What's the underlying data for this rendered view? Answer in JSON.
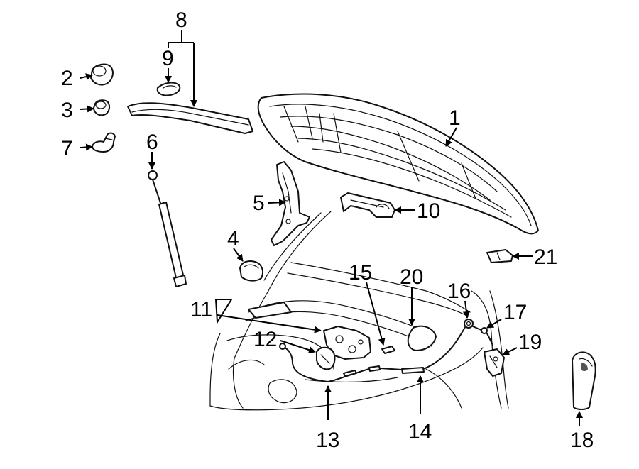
{
  "callouts": [
    {
      "id": "1",
      "text": "1"
    },
    {
      "id": "2",
      "text": "2"
    },
    {
      "id": "3",
      "text": "3"
    },
    {
      "id": "4",
      "text": "4"
    },
    {
      "id": "5",
      "text": "5"
    },
    {
      "id": "6",
      "text": "6"
    },
    {
      "id": "7",
      "text": "7"
    },
    {
      "id": "8",
      "text": "8"
    },
    {
      "id": "9",
      "text": "9"
    },
    {
      "id": "10",
      "text": "10"
    },
    {
      "id": "11",
      "text": "11"
    },
    {
      "id": "12",
      "text": "12"
    },
    {
      "id": "13",
      "text": "13"
    },
    {
      "id": "14",
      "text": "14"
    },
    {
      "id": "15",
      "text": "15"
    },
    {
      "id": "16",
      "text": "16"
    },
    {
      "id": "17",
      "text": "17"
    },
    {
      "id": "18",
      "text": "18"
    },
    {
      "id": "19",
      "text": "19"
    },
    {
      "id": "20",
      "text": "20"
    },
    {
      "id": "21",
      "text": "21"
    }
  ],
  "colors": {
    "ink": "#000000",
    "background": "#ffffff"
  }
}
